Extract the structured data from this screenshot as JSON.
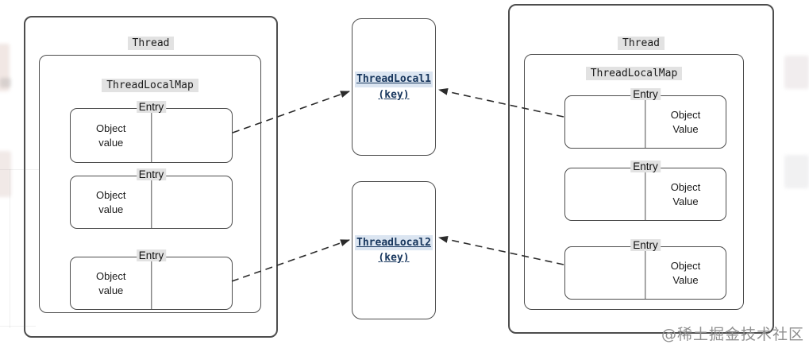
{
  "left_thread": {
    "title": "Thread",
    "map_title": "ThreadLocalMap",
    "entries": [
      {
        "label": "Entry",
        "value_line1": "Object",
        "value_line2": "value"
      },
      {
        "label": "Entry",
        "value_line1": "Object",
        "value_line2": "value"
      },
      {
        "label": "Entry",
        "value_line1": "Object",
        "value_line2": "value"
      }
    ]
  },
  "right_thread": {
    "title": "Thread",
    "map_title": "ThreadLocalMap",
    "entries": [
      {
        "label": "Entry",
        "value_line1": "Object",
        "value_line2": "Value"
      },
      {
        "label": "Entry",
        "value_line1": "Object",
        "value_line2": "Value"
      },
      {
        "label": "Entry",
        "value_line1": "Object",
        "value_line2": "Value"
      }
    ]
  },
  "threadlocals": [
    {
      "name": "ThreadLocal1",
      "key_label": "(key)"
    },
    {
      "name": "ThreadLocal2",
      "key_label": "(key)"
    }
  ],
  "watermark": "@稀土掘金技术社区",
  "colors": {
    "line": "#4d4d4d",
    "label_highlight": "#e2e2e2",
    "threadlocal_text": "#17365d",
    "threadlocal_highlight": "#dbe5f1",
    "watermark_gray": "#8f8f8f"
  }
}
